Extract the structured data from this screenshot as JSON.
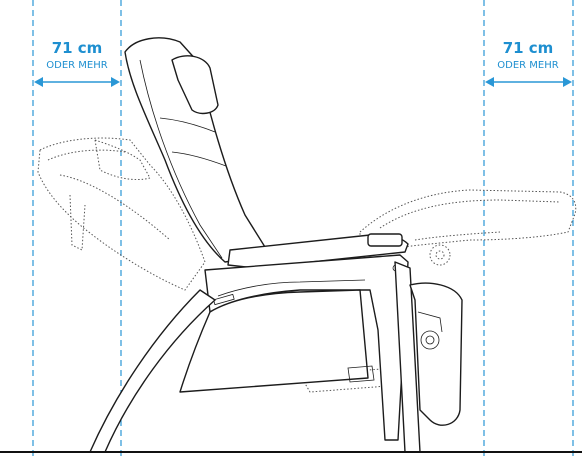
{
  "dimensions": {
    "left": {
      "value": "71 cm",
      "caption": "ODER MEHR"
    },
    "right": {
      "value": "71 cm",
      "caption": "ODER MEHR"
    }
  },
  "colors": {
    "accent": "#2a97d6",
    "line": "#1c1c1c"
  }
}
